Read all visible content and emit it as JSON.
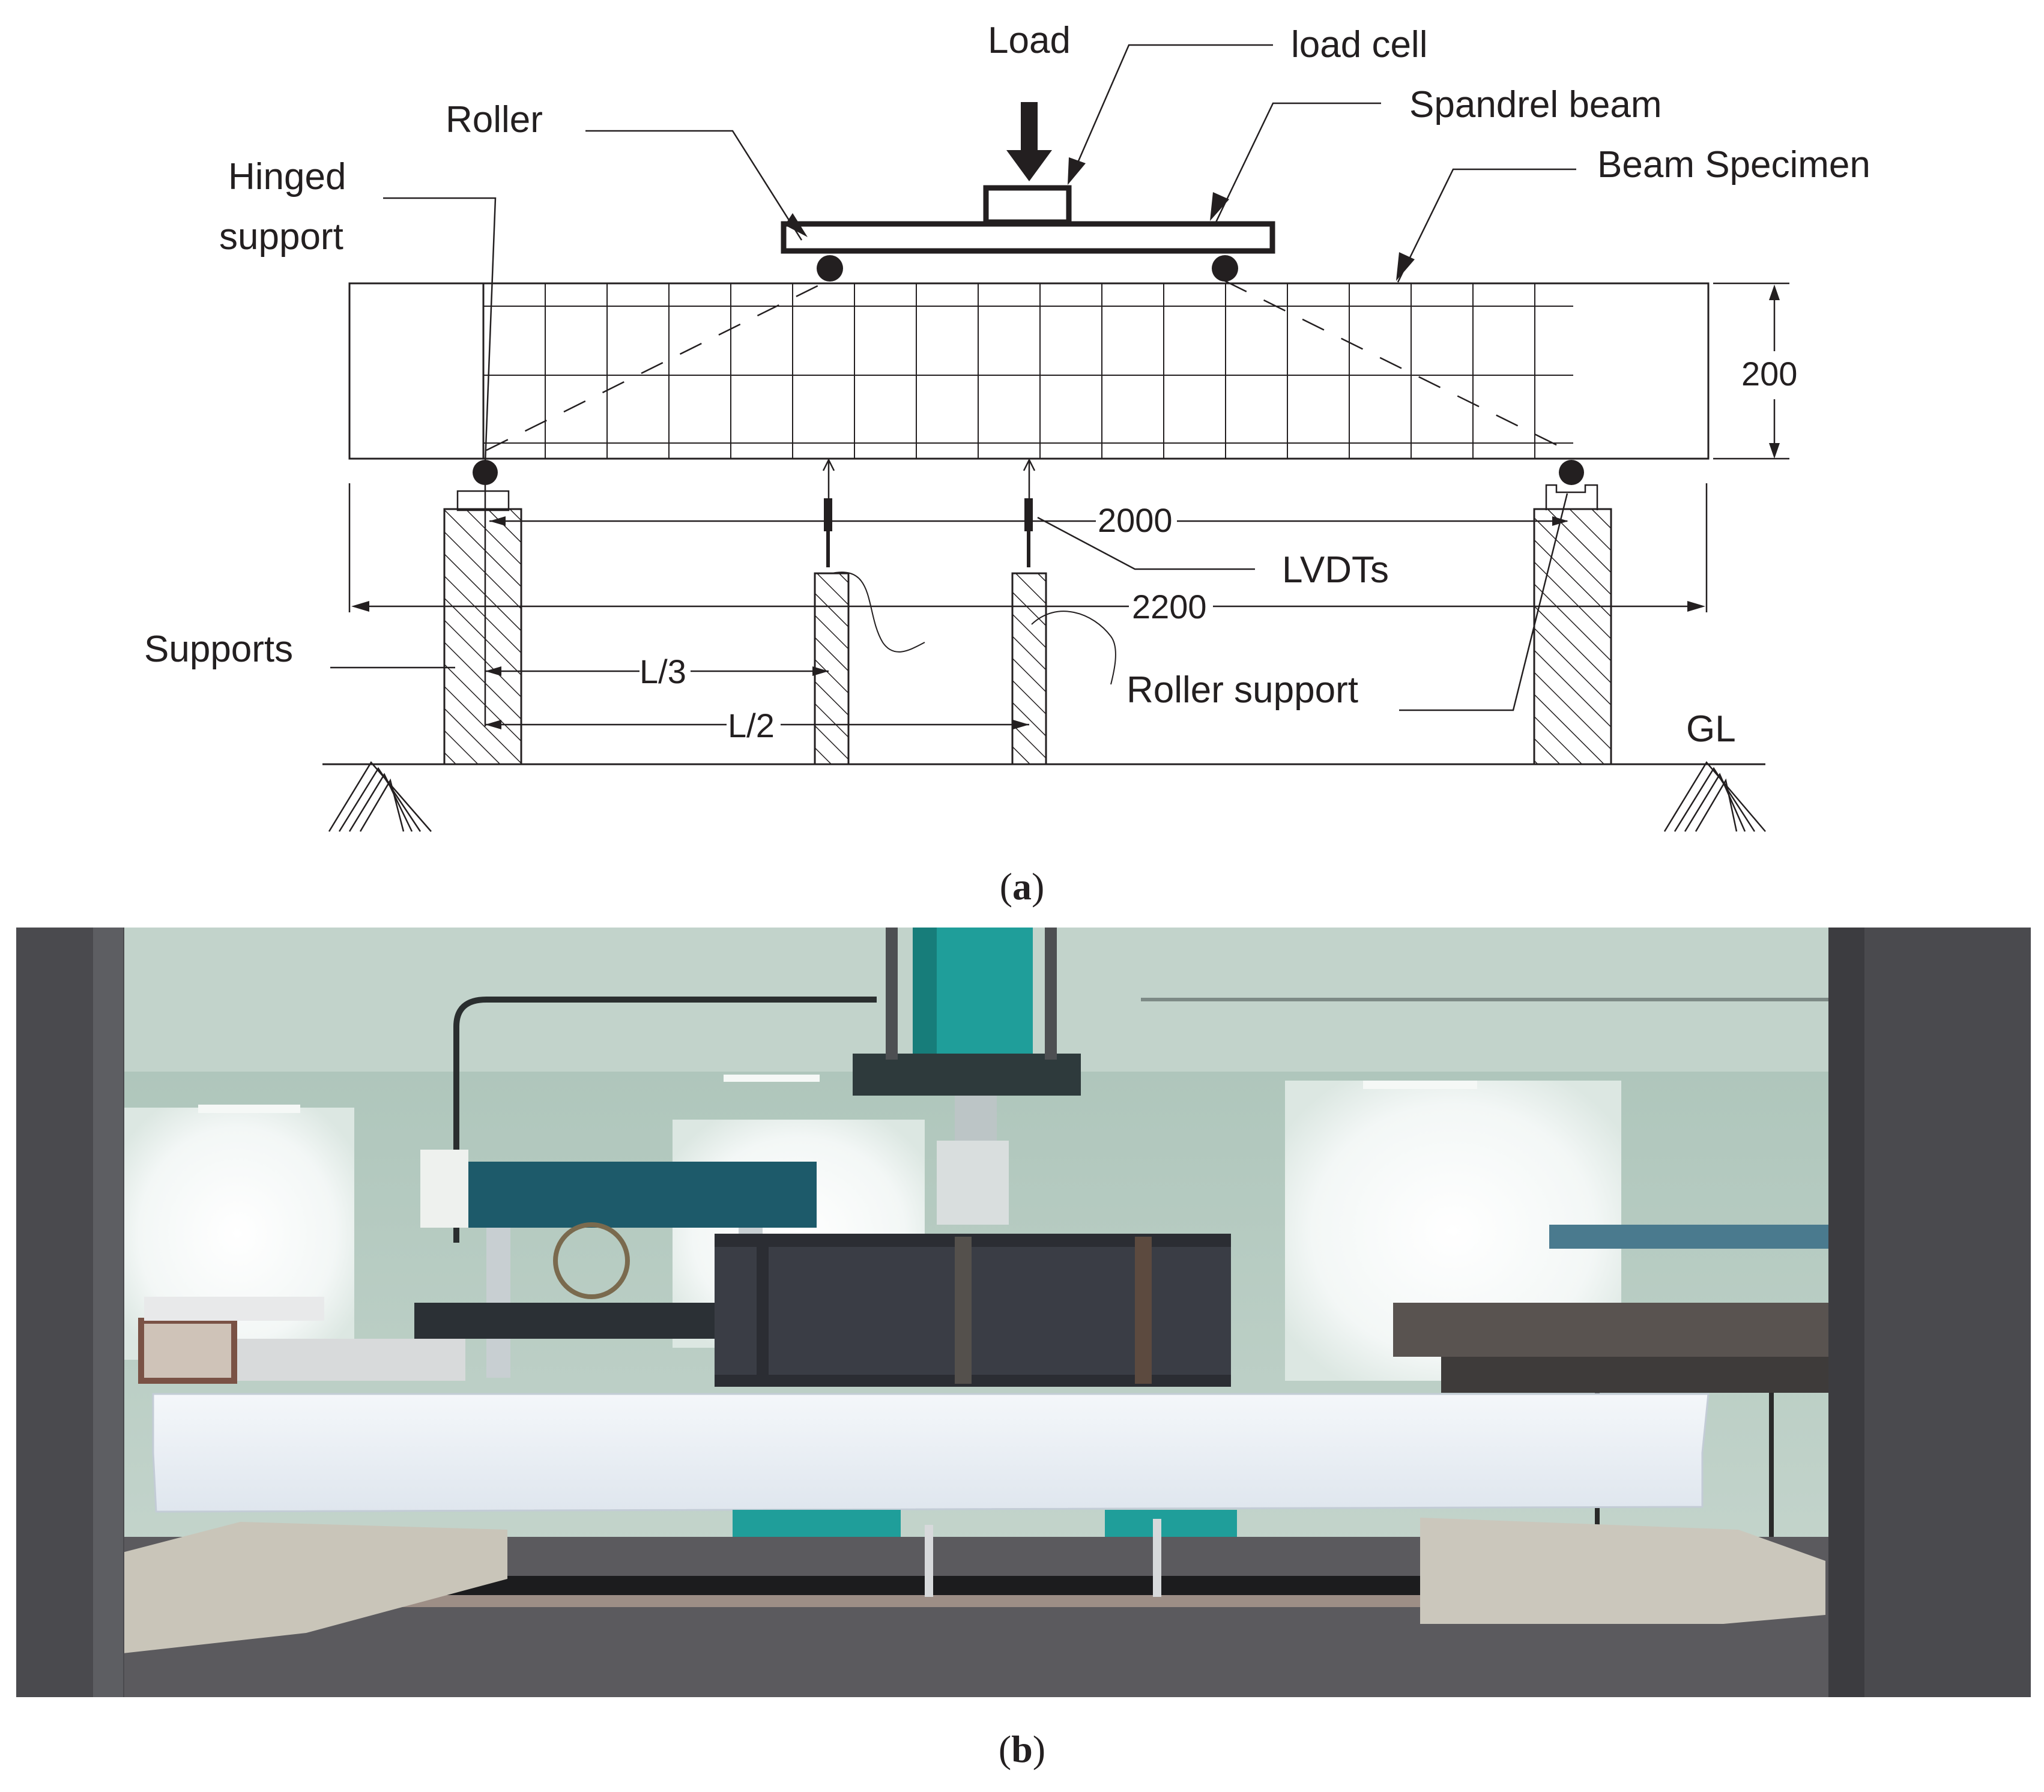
{
  "panel_a": {
    "labels": {
      "load": "Load",
      "load_cell": "load cell",
      "roller": "Roller",
      "spandrel_beam": "Spandrel beam",
      "beam_specimen": "Beam Specimen",
      "hinged_support_line1": "Hinged",
      "hinged_support_line2": "support",
      "depth": "200",
      "span_2000": "2000",
      "lvdts": "LVDTs",
      "span_2200": "2200",
      "supports": "Supports",
      "l3": "L/3",
      "l2": "L/2",
      "roller_support": "Roller support",
      "gl": "GL"
    },
    "caption_letter": "a"
  },
  "panel_b": {
    "caption_letter": "b"
  },
  "colors": {
    "line": "#231f20",
    "wall": "#b9cdc4",
    "hydraulic_jack": "#1f9e9a",
    "frame": "#4a4a4e",
    "beam_specimen": "#eef3f7",
    "spandrel_steel": "#3a3d45"
  }
}
